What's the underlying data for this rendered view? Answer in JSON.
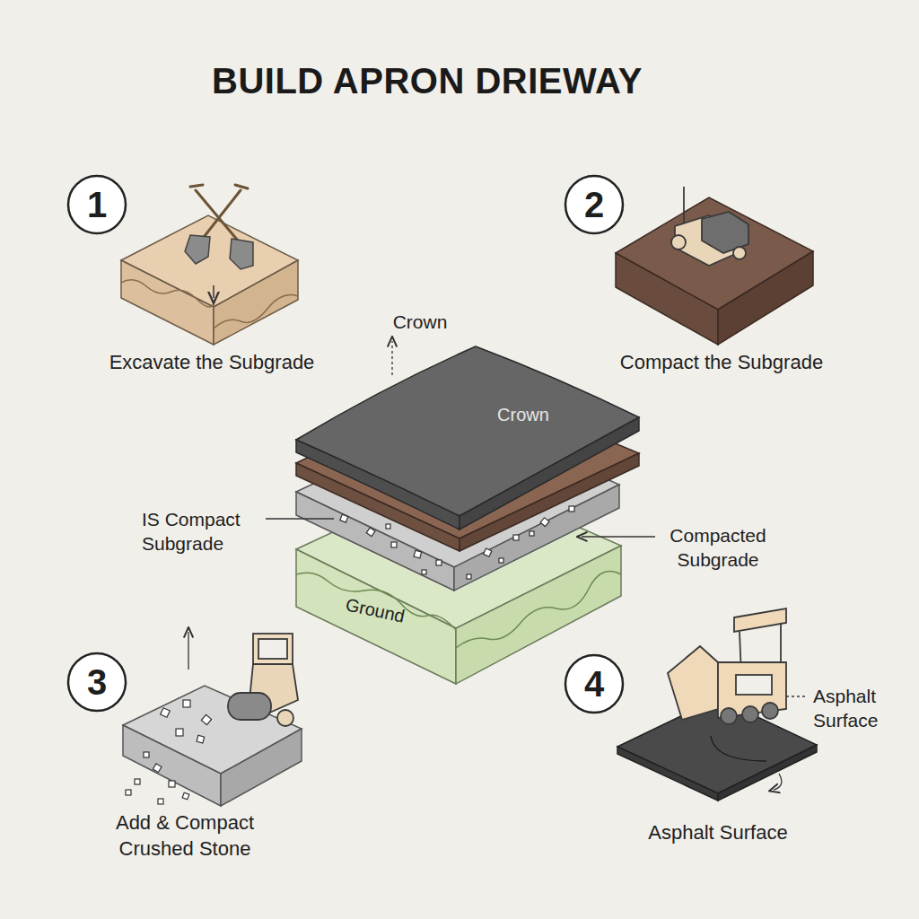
{
  "diagram": {
    "title": "BUILD APRON DRIEWAY",
    "labels": [
      "1",
      "Excavate the Subgrade",
      "2",
      "Compact the Subgrade",
      "Crown",
      "Crown",
      "IS Compact Subgrade",
      "Compacted Subgrade",
      "Ground",
      "3",
      "Add & Compact Crushed Stone",
      "4",
      "Asphalt Surface",
      "Asphalt Surface"
    ]
  }
}
